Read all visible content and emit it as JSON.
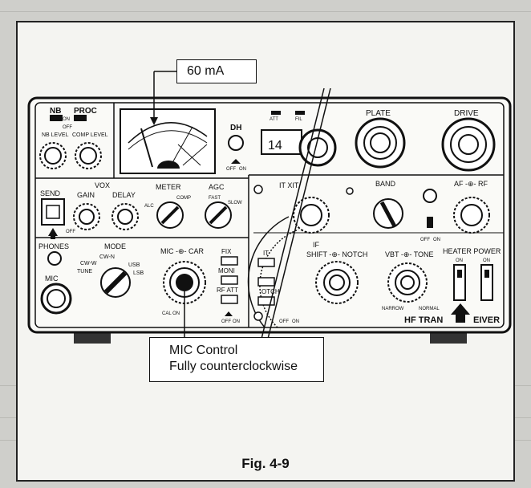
{
  "figure": {
    "caption": "Fig. 4-9",
    "callout_current": "60 mA",
    "callout_mic_line1": "MIC Control",
    "callout_mic_line2": "Fully counterclockwise"
  },
  "panel": {
    "nb": "NB",
    "proc": "PROC",
    "on": "ON",
    "off": "OFF",
    "nb_level": "NB LEVEL",
    "comp_level": "COMP LEVEL",
    "dh": "DH",
    "display_value": "14",
    "plate": "PLATE",
    "drive": "DRIVE",
    "vox": "VOX",
    "send": "SEND",
    "gain": "GAIN",
    "delay": "DELAY",
    "meter": "METER",
    "agc": "AGC",
    "alc": "ALC",
    "comp": "COMP",
    "fast": "FAST",
    "slow": "SLOW",
    "rit_xit": "IT  XIT",
    "band": "BAND",
    "af_rf": "AF -⊕- RF",
    "phones": "PHONES",
    "mode": "MODE",
    "cw_n": "CW-N",
    "cw_w": "CW-W",
    "tune": "TUNE",
    "usb": "USB",
    "lsb": "LSB",
    "mic_car": "MIC -⊕- CAR",
    "fix": "FIX",
    "moni": "MONI",
    "rf_att": "RF ATT",
    "if_shift_notch": "SHIFT -⊕- NOTCH",
    "if_label": "IF",
    "it": "IT",
    "otch": "OTCH",
    "vbt_tone": "VBT -⊕- TONE",
    "narrow": "NARROW",
    "normal": "NORMAL",
    "heater_power": "HEATER  POWER",
    "mic": "MIC",
    "cal_on": "CAL ON",
    "hf_transceiver": "HF TRAN",
    "hf_transceiver_end": "EIVER",
    "att": "ATT",
    "fil": "FIL"
  }
}
